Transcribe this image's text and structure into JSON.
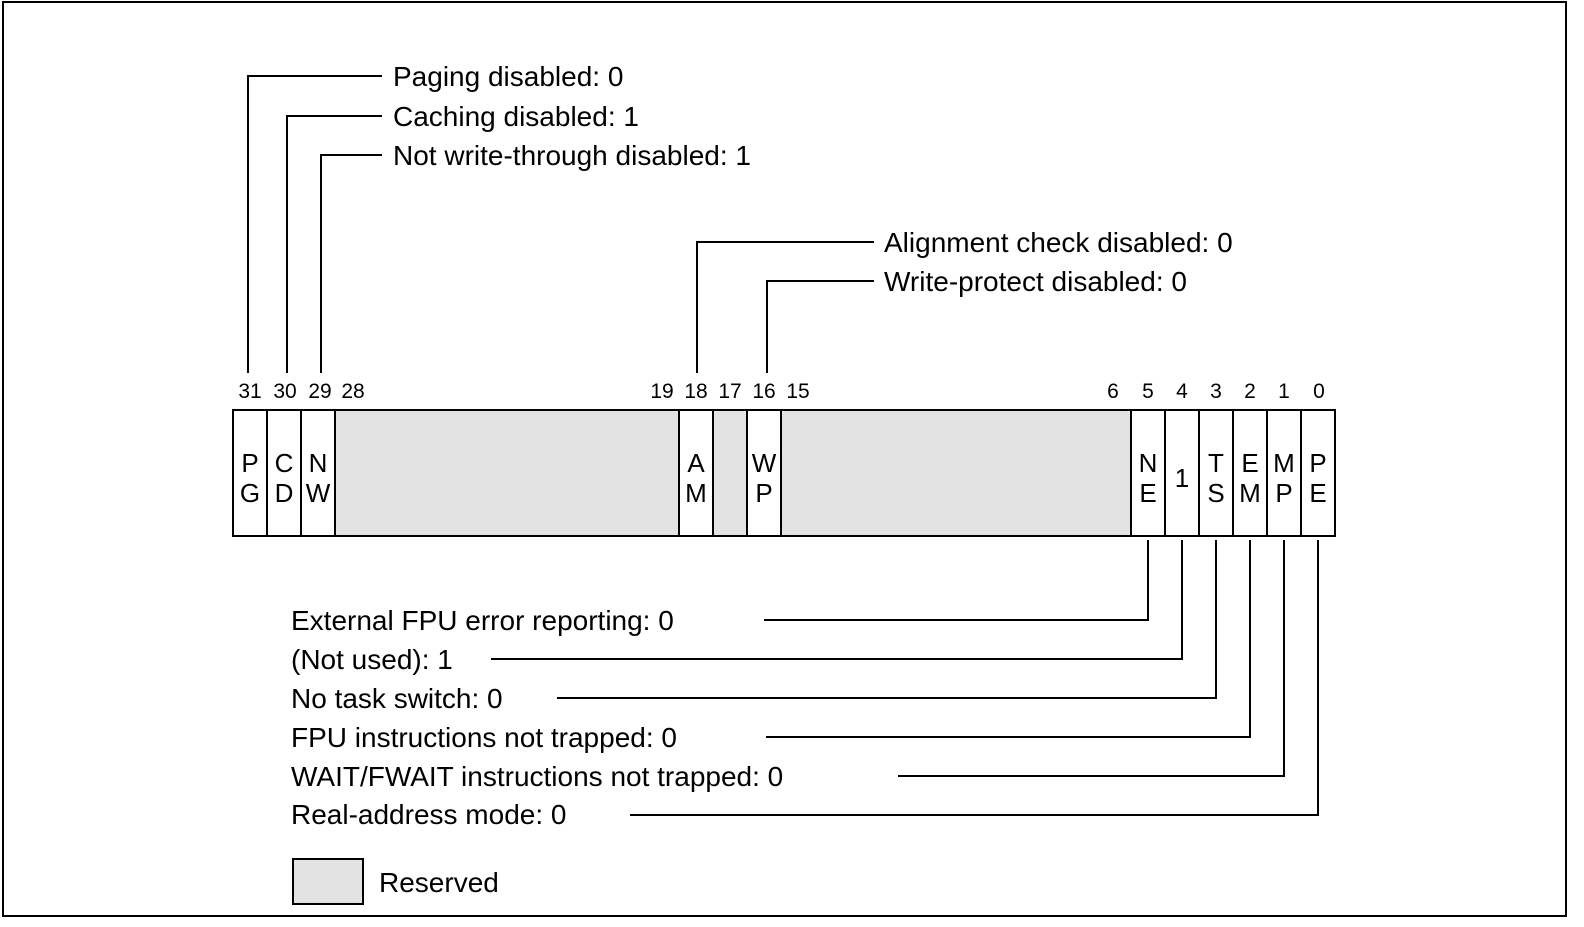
{
  "bit_numbers": {
    "b31": "31",
    "b30": "30",
    "b29": "29",
    "b28": "28",
    "b19": "19",
    "b18": "18",
    "b17": "17",
    "b16": "16",
    "b15": "15",
    "b6": "6",
    "b5": "5",
    "b4": "4",
    "b3": "3",
    "b2": "2",
    "b1": "1",
    "b0": "0"
  },
  "fields": {
    "pg": [
      "P",
      "G"
    ],
    "cd": [
      "C",
      "D"
    ],
    "nw": [
      "N",
      "W"
    ],
    "am": [
      "A",
      "M"
    ],
    "wp": [
      "W",
      "P"
    ],
    "ne": [
      "N",
      "E"
    ],
    "bit4": "1",
    "ts": [
      "T",
      "S"
    ],
    "em": [
      "E",
      "M"
    ],
    "mp": [
      "M",
      "P"
    ],
    "pe": [
      "P",
      "E"
    ]
  },
  "labels": {
    "pg": "Paging disabled: 0",
    "cd": "Caching disabled: 1",
    "nw": "Not write-through disabled: 1",
    "am": "Alignment check disabled: 0",
    "wp": "Write-protect disabled: 0",
    "ne": "External FPU error reporting: 0",
    "bit4": "(Not used): 1",
    "ts": "No task switch: 0",
    "em": "FPU instructions not trapped: 0",
    "mp": "WAIT/FWAIT instructions not trapped: 0",
    "pe": "Real-address mode: 0"
  },
  "legend": {
    "reserved": "Reserved"
  },
  "colors": {
    "reserved_fill": "#e3e3e3",
    "line": "#000000"
  }
}
